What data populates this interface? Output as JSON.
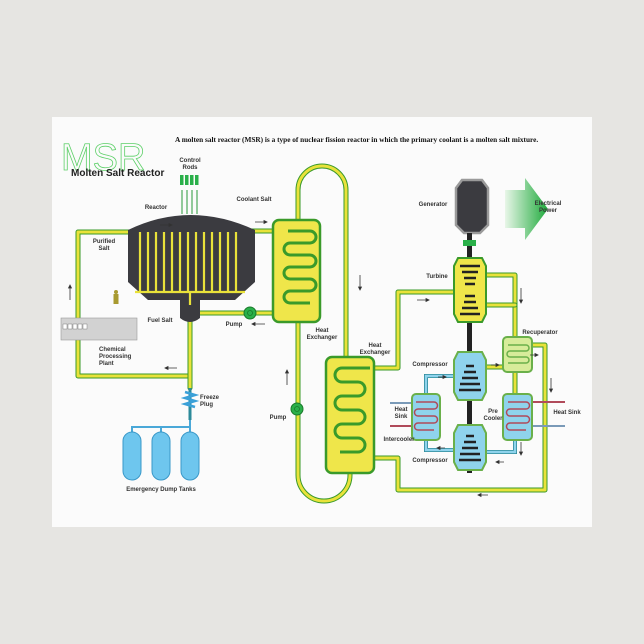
{
  "logo": {
    "letters": "MSR",
    "subtitle": "Molten Salt Reactor"
  },
  "description": "A molten salt reactor (MSR) is a type of nuclear fission reactor in which the primary coolant is a molten salt mixture.",
  "labels": {
    "control_rods": [
      "Control",
      "Rods"
    ],
    "reactor": "Reactor",
    "coolant_salt": "Coolant Salt",
    "purified_salt": [
      "Purified",
      "Salt"
    ],
    "fuel_salt": "Fuel Salt",
    "pump_1": "Pump",
    "heat_exchanger_1": [
      "Heat",
      "Exchanger"
    ],
    "chemical_plant": [
      "Chemical",
      "Processing",
      "Plant"
    ],
    "freeze_plug": [
      "Freeze",
      "Plug"
    ],
    "pump_2": "Pump",
    "dump_tanks": "Emergency Dump Tanks",
    "generator": "Generator",
    "electrical_power": [
      "Electrical",
      "Power"
    ],
    "turbine": "Turbine",
    "heat_exchanger_2": [
      "Heat",
      "Exchanger"
    ],
    "recuperator": "Recuperator",
    "compressor_1": "Compressor",
    "heat_sink_left": [
      "Heat",
      "Sink"
    ],
    "pre_cooler": [
      "Pre",
      "Cooler"
    ],
    "heat_sink_right": "Heat Sink",
    "intercooler": "Intercooler",
    "compressor_2": "Compressor"
  },
  "colors": {
    "salt": "#e9e23a",
    "outline": "#3a9a2a",
    "gas": "#8fd3ec",
    "reactor": "#3b3b40",
    "power_arrow": "#2fb54a"
  }
}
